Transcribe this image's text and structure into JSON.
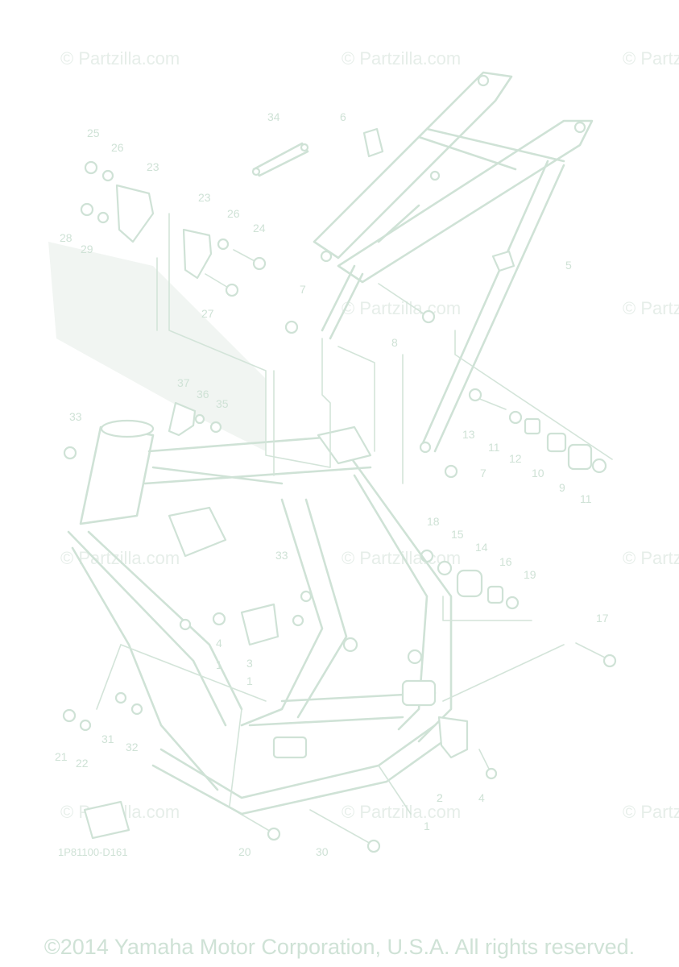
{
  "watermark_text": "© Partzilla.com",
  "diagram_code": "1P81100-D161",
  "copyright": "©2014 Yamaha Motor Corporation, U.S.A. All rights reserved.",
  "callouts": [
    "1",
    "2",
    "3",
    "4",
    "5",
    "6",
    "7",
    "8",
    "9",
    "10",
    "11",
    "12",
    "13",
    "14",
    "15",
    "16",
    "17",
    "18",
    "19",
    "20",
    "21",
    "22",
    "23",
    "24",
    "25",
    "26",
    "27",
    "28",
    "29",
    "30",
    "31",
    "32",
    "33",
    "34",
    "35",
    "36",
    "37"
  ],
  "colors": {
    "line": "#cfe2d6",
    "watermark": "#e6eee9",
    "background": "#ffffff"
  }
}
